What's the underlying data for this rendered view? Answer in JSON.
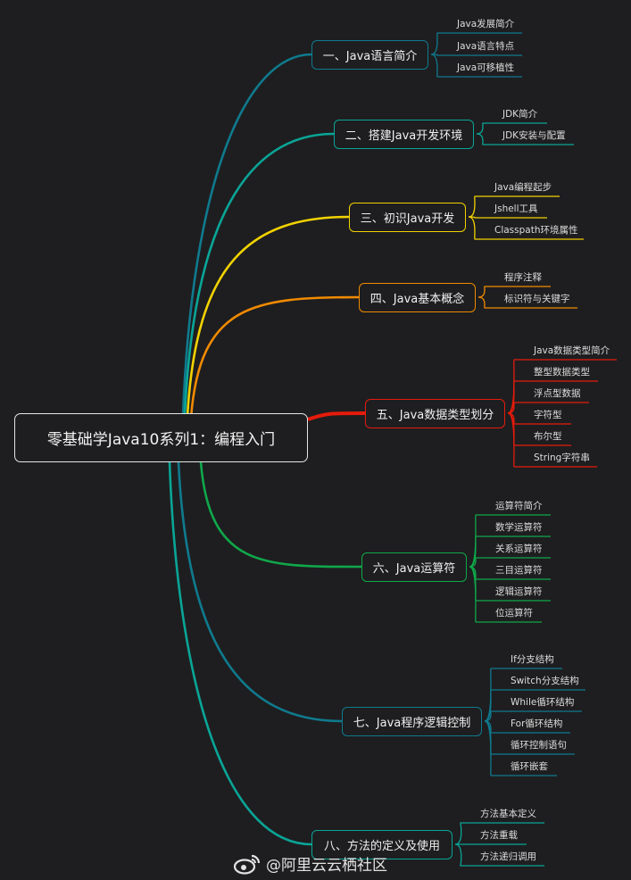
{
  "root": {
    "title": "零基础学Java10系列1：编程入门"
  },
  "branches": [
    {
      "label": "一、Java语言简介",
      "color": "#0f7a8e",
      "children": [
        "Java发展简介",
        "Java语言特点",
        "Java可移植性"
      ]
    },
    {
      "label": "二、搭建Java开发环境",
      "color": "#0aa597",
      "children": [
        "JDK简介",
        "JDK安装与配置"
      ]
    },
    {
      "label": "三、初识Java开发",
      "color": "#f2d200",
      "children": [
        "Java编程起步",
        "Jshell工具",
        "Classpath环境属性"
      ]
    },
    {
      "label": "四、Java基本概念",
      "color": "#f08a00",
      "children": [
        "程序注释",
        "标识符与关键字"
      ]
    },
    {
      "label": "五、Java数据类型划分",
      "color": "#e51b0b",
      "children": [
        "Java数据类型简介",
        "整型数据类型",
        "浮点型数据",
        "字符型",
        "布尔型",
        "String字符串"
      ]
    },
    {
      "label": "六、Java运算符",
      "color": "#0fa84a",
      "children": [
        "运算符简介",
        "数学运算符",
        "关系运算符",
        "三目运算符",
        "逻辑运算符",
        "位运算符"
      ]
    },
    {
      "label": "七、Java程序逻辑控制",
      "color": "#0f7a8e",
      "children": [
        "If分支结构",
        "Switch分支结构",
        "While循环结构",
        "For循环结构",
        "循环控制语句",
        "循环嵌套"
      ]
    },
    {
      "label": "八、方法的定义及使用",
      "color": "#0aa597",
      "children": [
        "方法基本定义",
        "方法重载",
        "方法递归调用"
      ]
    }
  ],
  "watermark": {
    "text": "@阿里云云栖社区",
    "icon": "weibo-icon"
  }
}
